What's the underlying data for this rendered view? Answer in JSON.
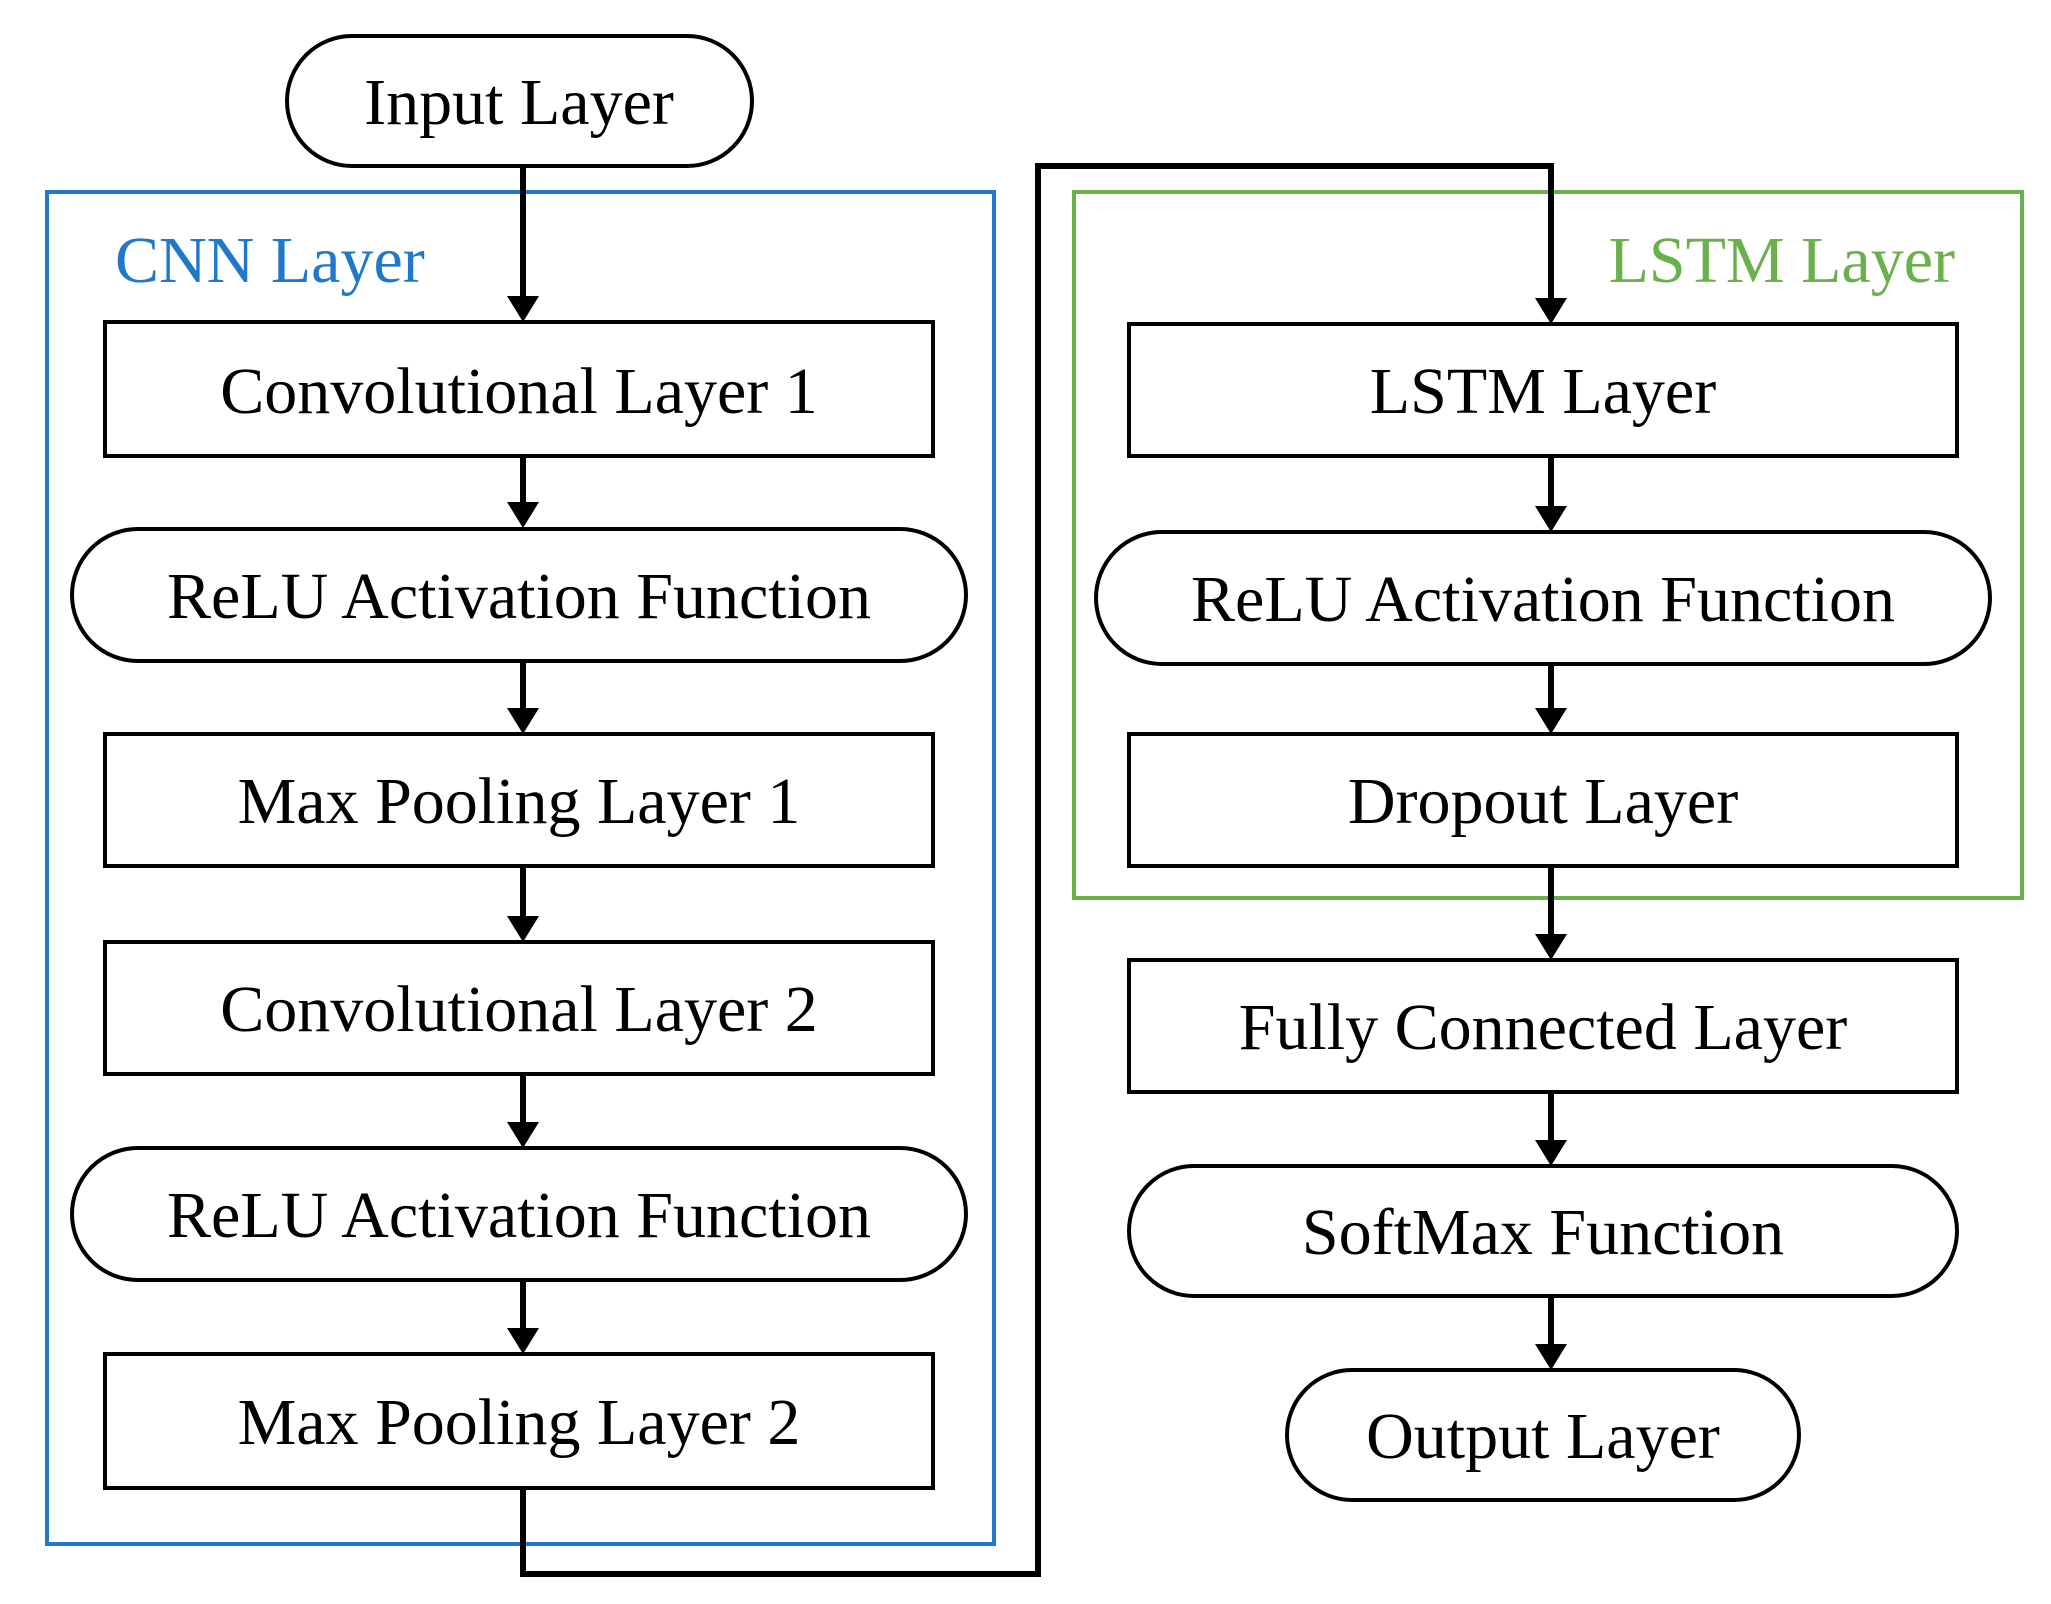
{
  "diagram": {
    "groups": {
      "cnn": {
        "label": "CNN Layer",
        "color": "#1f78c8"
      },
      "lstm": {
        "label": "LSTM Layer",
        "color": "#6ab04c"
      }
    },
    "nodes": {
      "input": "Input Layer",
      "conv1": "Convolutional Layer 1",
      "relu1": "ReLU Activation Function",
      "pool1": "Max Pooling Layer 1",
      "conv2": "Convolutional Layer 2",
      "relu2": "ReLU Activation Function",
      "pool2": "Max Pooling Layer 2",
      "lstm": "LSTM Layer",
      "relu3": "ReLU Activation Function",
      "dropout": "Dropout Layer",
      "fc": "Fully Connected Layer",
      "softmax": "SoftMax Function",
      "output": "Output Layer"
    },
    "edges": [
      [
        "input",
        "conv1"
      ],
      [
        "conv1",
        "relu1"
      ],
      [
        "relu1",
        "pool1"
      ],
      [
        "pool1",
        "conv2"
      ],
      [
        "conv2",
        "relu2"
      ],
      [
        "relu2",
        "pool2"
      ],
      [
        "pool2",
        "lstm"
      ],
      [
        "lstm",
        "relu3"
      ],
      [
        "relu3",
        "dropout"
      ],
      [
        "dropout",
        "fc"
      ],
      [
        "fc",
        "softmax"
      ],
      [
        "softmax",
        "output"
      ]
    ]
  }
}
